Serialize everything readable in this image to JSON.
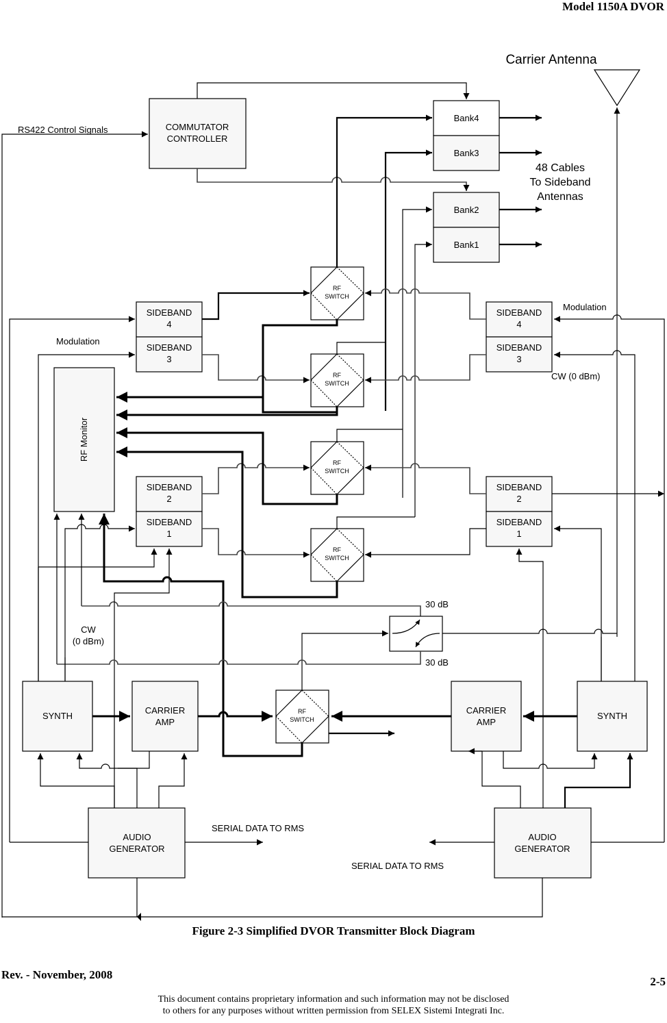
{
  "header": {
    "model": "Model 1150A DVOR"
  },
  "diagram": {
    "carrier_antenna_label": "Carrier Antenna",
    "rs422_label": "RS422 Control Signals",
    "commutator": {
      "line1": "COMMUTATOR",
      "line2": "CONTROLLER"
    },
    "banks": [
      "Bank4",
      "Bank3",
      "Bank2",
      "Bank1"
    ],
    "cables_label": {
      "line1": "48 Cables",
      "line2": "To Sideband",
      "line3": "Antennas"
    },
    "rf_switch": {
      "line1": "RF",
      "line2": "SWITCH"
    },
    "left_sidebands": [
      {
        "line1": "SIDEBAND",
        "line2": "4"
      },
      {
        "line1": "SIDEBAND",
        "line2": "3"
      },
      {
        "line1": "SIDEBAND",
        "line2": "2"
      },
      {
        "line1": "SIDEBAND",
        "line2": "1"
      }
    ],
    "right_sidebands": [
      {
        "line1": "SIDEBAND",
        "line2": "4"
      },
      {
        "line1": "SIDEBAND",
        "line2": "3"
      },
      {
        "line1": "SIDEBAND",
        "line2": "2"
      },
      {
        "line1": "SIDEBAND",
        "line2": "1"
      }
    ],
    "modulation_left": "Modulation",
    "modulation_right": "Modulation",
    "cw_right": "CW (0 dBm)",
    "cw_left": {
      "line1": "CW",
      "line2": "(0 dBm)"
    },
    "rf_monitor": "RF Monitor",
    "coupler_top": "30 dB",
    "coupler_bottom": "30 dB",
    "synth": "SYNTH",
    "carrier_amp": {
      "line1": "CARRIER",
      "line2": "AMP"
    },
    "audio_generator": {
      "line1": "AUDIO",
      "line2": "GENERATOR"
    },
    "serial_left": "SERIAL DATA TO RMS",
    "serial_right": "SERIAL DATA TO RMS"
  },
  "caption": "Figure 2-3  Simplified DVOR Transmitter Block Diagram",
  "footer": {
    "revision": "Rev. -  November, 2008",
    "page_number": "2-5",
    "notice_line1": "This document contains proprietary information and such information may not be disclosed",
    "notice_line2": "to others for any purposes without written permission from SELEX Sistemi Integrati Inc."
  }
}
